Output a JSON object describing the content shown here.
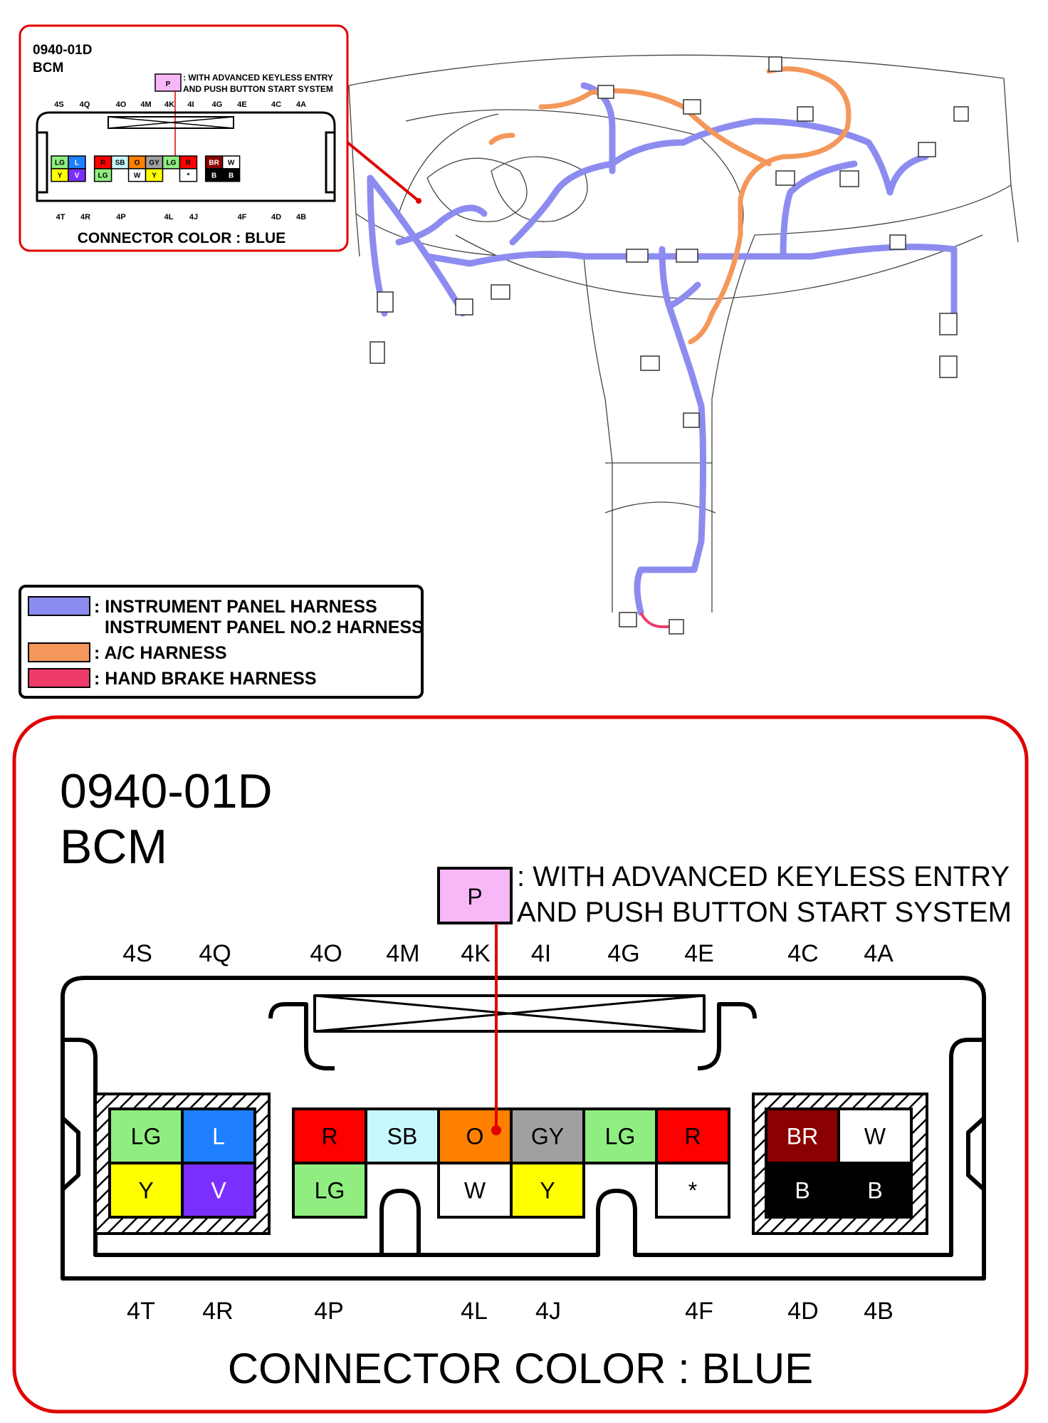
{
  "connector": {
    "code": "0940-01D",
    "name": "BCM",
    "option_marker": "P",
    "option_note_line1": ": WITH ADVANCED KEYLESS ENTRY",
    "option_note_line2": "AND PUSH BUTTON START SYSTEM",
    "connector_color": "CONNECTOR COLOR : BLUE",
    "top_pins": [
      "4S",
      "4Q",
      "4O",
      "4M",
      "4K",
      "4I",
      "4G",
      "4E",
      "4C",
      "4A"
    ],
    "bottom_pins": [
      "4T",
      "4R",
      "4P",
      "4L",
      "4J",
      "4F",
      "4D",
      "4B"
    ],
    "left_block": [
      {
        "code": "LG",
        "color": "#90EE80"
      },
      {
        "code": "L",
        "color": "#1E7FFF"
      },
      {
        "code": "Y",
        "color": "#FFFF00"
      },
      {
        "code": "V",
        "color": "#7B2FFF"
      }
    ],
    "middle_top": [
      {
        "code": "R",
        "color": "#FF0000"
      },
      {
        "code": "SB",
        "color": "#C8F8FF"
      },
      {
        "code": "O",
        "color": "#FF8000"
      },
      {
        "code": "GY",
        "color": "#A0A0A0"
      },
      {
        "code": "LG",
        "color": "#90EE80"
      },
      {
        "code": "R",
        "color": "#FF0000"
      }
    ],
    "middle_bottom": [
      {
        "code": "LG",
        "color": "#90EE80"
      },
      {
        "code": "W",
        "color": "#FFFFFF"
      },
      {
        "code": "Y",
        "color": "#FFFF00"
      },
      {
        "code": "*",
        "color": "#FFFFFF"
      }
    ],
    "right_block": [
      {
        "code": "BR",
        "color": "#8B0000"
      },
      {
        "code": "W",
        "color": "#FFFFFF"
      },
      {
        "code": "B",
        "color": "#000000"
      },
      {
        "code": "B",
        "color": "#000000"
      }
    ]
  },
  "legend": [
    {
      "text": ": INSTRUMENT PANEL HARNESS",
      "color": "#8C8CF0"
    },
    {
      "text": "INSTRUMENT PANEL NO.2 HARNESS",
      "color": ""
    },
    {
      "text": ": A/C HARNESS",
      "color": "#F4975A"
    },
    {
      "text": ": HAND BRAKE HARNESS",
      "color": "#EE3B6A"
    }
  ],
  "colors": {
    "callout_border": "#E00000",
    "marker_fill": "#F8B8F8",
    "instrument_harness": "#8C8CF0",
    "ac_harness": "#F4975A",
    "hand_brake_harness": "#EE3B6A"
  }
}
